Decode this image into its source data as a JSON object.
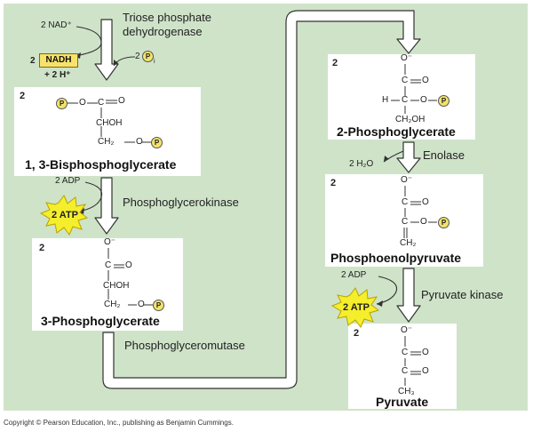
{
  "pathway": {
    "step1": {
      "enzyme_line1": "Triose phosphate",
      "enzyme_line2": "dehydrogenase",
      "input_nad": "2 NAD⁺",
      "output_nadh_count": "2",
      "output_nadh": "NADH",
      "output_h": "+ 2 H⁺",
      "input_pi": "2",
      "pi_symbol": "P",
      "pi_subscript": "i"
    },
    "step2": {
      "enzyme": "Phosphoglycerokinase",
      "input_adp": "2 ADP",
      "output_atp": "2 ATP"
    },
    "step3": {
      "enzyme": "Phosphoglyceromutase"
    },
    "step4": {
      "enzyme": "Enolase",
      "output_water": "2 H₂O"
    },
    "step5": {
      "enzyme": "Pyruvate kinase",
      "input_adp": "2 ADP",
      "output_atp": "2 ATP"
    }
  },
  "molecules": {
    "bpg": {
      "multiplier": "2",
      "name": "1, 3-Bisphosphoglycerate",
      "p_symbol": "P",
      "o1": "O",
      "c1": "C",
      "o_double": "O",
      "mid": "CHOH",
      "bottom": "CH₂",
      "o2": "O"
    },
    "pg3": {
      "multiplier": "2",
      "name": "3-Phosphoglycerate",
      "top": "O⁻",
      "c1": "C",
      "o_double": "O",
      "mid": "CHOH",
      "bottom": "CH₂",
      "o2": "O",
      "p_symbol": "P"
    },
    "pg2": {
      "multiplier": "2",
      "name": "2-Phosphoglycerate",
      "top": "O⁻",
      "c1": "C",
      "o_double": "O",
      "h": "H",
      "c2": "C",
      "o2": "O",
      "p_symbol": "P",
      "bottom": "CH₂OH"
    },
    "pep": {
      "multiplier": "2",
      "name": "Phosphoenolpyruvate",
      "top": "O⁻",
      "c1": "C",
      "o_double": "O",
      "c2": "C",
      "o2": "O",
      "p_symbol": "P",
      "bottom": "CH₂"
    },
    "pyr": {
      "multiplier": "2",
      "name": "Pyruvate",
      "top": "O⁻",
      "c1": "C",
      "o1": "O",
      "c2": "C",
      "o2": "O",
      "bottom": "CH₃"
    }
  },
  "footer": "Copyright © Pearson Education, Inc., publishing as Benjamin Cummings.",
  "colors": {
    "background": "#cfe3c9",
    "box": "#ffffff",
    "atp_burst": "#f5ee2c",
    "nadh_box": "#f7e26b",
    "phosphate": "#f2e36b"
  }
}
